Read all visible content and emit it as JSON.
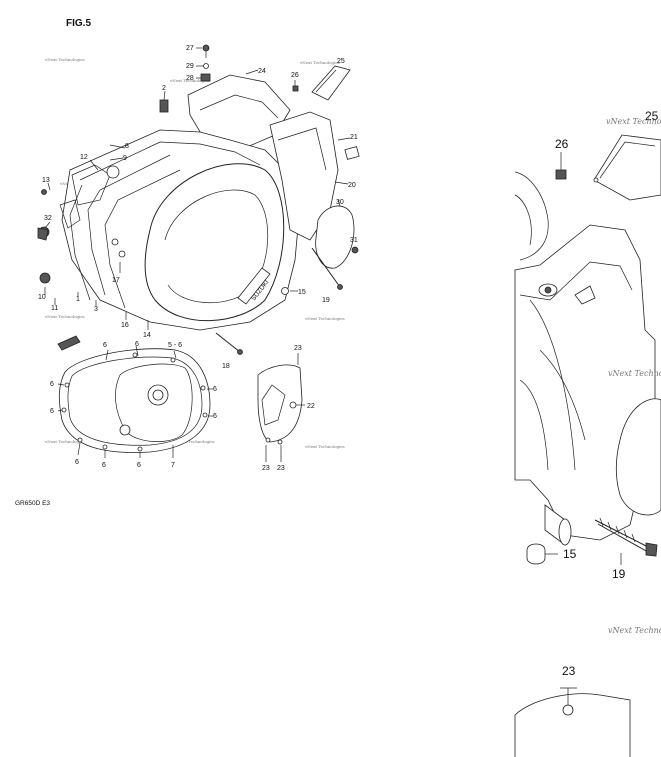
{
  "figure": {
    "title": "FIG.5",
    "code": "GR650D E3",
    "watermark": "vNext Technologies",
    "watermark_short": "vNext Techno"
  },
  "callouts": {
    "c1": "1",
    "c2": "2",
    "c3": "3",
    "c5_6": "5 - 6",
    "c6": "6",
    "c7": "7",
    "c8": "8",
    "c9": "9",
    "c10": "10",
    "c11": "11",
    "c12": "12",
    "c13": "13",
    "c14": "14",
    "c15": "15",
    "c16": "16",
    "c17": "17",
    "c18": "18",
    "c19": "19",
    "c20": "20",
    "c21": "21",
    "c22": "22",
    "c23": "23",
    "c24": "24",
    "c25": "25",
    "c26": "26",
    "c27": "27",
    "c28": "28",
    "c29": "29",
    "c30": "30",
    "c31": "31",
    "c32": "32"
  },
  "brand_badge": "SUZUKI"
}
